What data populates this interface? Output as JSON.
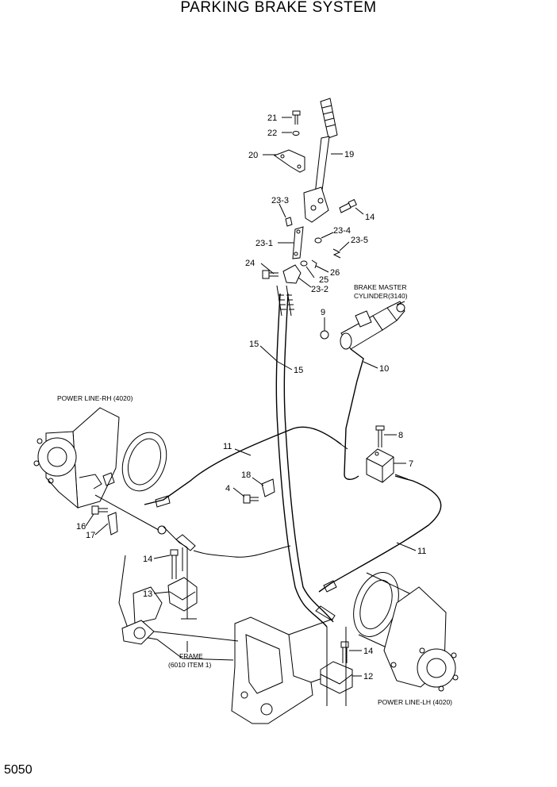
{
  "title": "PARKING BRAKE SYSTEM",
  "page_number": "5050",
  "captions": {
    "brake_master_1": "BRAKE MASTER",
    "brake_master_2": "CYLINDER(3140)",
    "power_rh": "POWER LINE-RH (4020)",
    "power_lh": "POWER LINE-LH (4020)",
    "frame_1": "FRAME",
    "frame_2": "(6010 ITEM 1)"
  },
  "labels": {
    "p21": "21",
    "p22": "22",
    "p20": "20",
    "p19": "19",
    "p23_3": "23-3",
    "p14a": "14",
    "p23_4": "23-4",
    "p23_5": "23-5",
    "p23_1": "23-1",
    "p24": "24",
    "p26": "26",
    "p25": "25",
    "p23_2": "23-2",
    "p9": "9",
    "p15a": "15",
    "p15b": "15",
    "p10": "10",
    "p8": "8",
    "p11a": "11",
    "p7": "7",
    "p18": "18",
    "p4": "4",
    "p16": "16",
    "p17": "17",
    "p11b": "11",
    "p14b": "14",
    "p13": "13",
    "p14c": "14",
    "p12": "12"
  }
}
